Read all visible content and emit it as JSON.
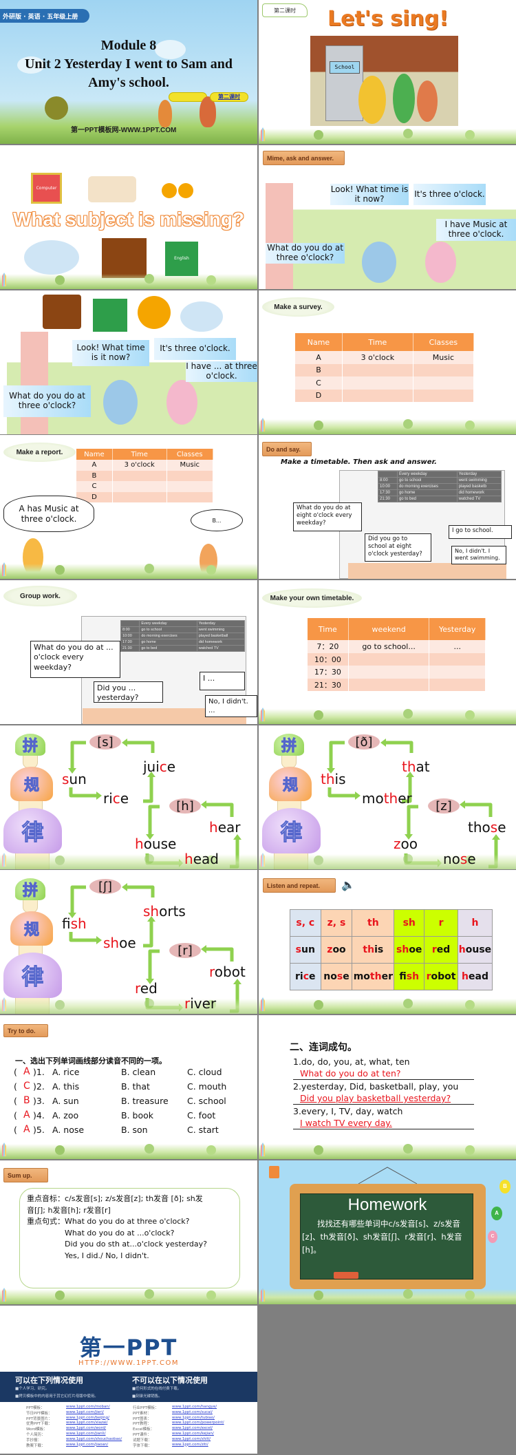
{
  "s1": {
    "tag": "外研版 · 英语 · 五年级上册",
    "module": "Module 8",
    "unit_line1": "Unit 2 Yesterday I went to Sam and",
    "unit_line2": "Amy's school.",
    "lesson": "第二课时",
    "footer": "第一PPT模板网-WWW.1PPT.COM"
  },
  "s2": {
    "tag": "第二课时",
    "title": "Let's sing!",
    "sign": "School"
  },
  "s3": {
    "title": "What subject is missing?",
    "book_label": "English",
    "computer_label": "Computer"
  },
  "s4": {
    "label": "Mime, ask and answer.",
    "b1": "Look! What time is it now?",
    "b2": "It's three o'clock.",
    "b3": "I have Music at three o'clock.",
    "b4": "What do you do at three o'clock?"
  },
  "s5": {
    "b1": "Look! What time is it now?",
    "b2": "It's three o'clock.",
    "b3": "I have ... at three o'clock.",
    "b4": "What do you do at three o'clock?"
  },
  "s6": {
    "label": "Make a survey.",
    "headers": [
      "Name",
      "Time",
      "Classes"
    ],
    "rows": [
      [
        "A",
        "3 o'clock",
        "Music"
      ],
      [
        "B",
        "",
        ""
      ],
      [
        "C",
        "",
        ""
      ],
      [
        "D",
        "",
        ""
      ]
    ]
  },
  "s7": {
    "label": "Make a report.",
    "headers": [
      "Name",
      "Time",
      "Classes"
    ],
    "rows": [
      [
        "A",
        "3 o'clock",
        "Music"
      ],
      [
        "B",
        "",
        ""
      ],
      [
        "C",
        "",
        ""
      ],
      [
        "D",
        "",
        ""
      ]
    ],
    "thought": "A has Music at three o'clock.",
    "bubble": "B..."
  },
  "s8": {
    "label": "Do and say.",
    "instruction": "Make a timetable. Then ask and answer.",
    "headers": [
      "",
      "Every weekday",
      "Yesterday"
    ],
    "rows": [
      [
        "8:00",
        "go to school",
        "went swimming"
      ],
      [
        "10:00",
        "do morning exercises",
        "played basketb"
      ],
      [
        "17:30",
        "go home",
        "did homework"
      ],
      [
        "21:30",
        "go to bed",
        "watched TV"
      ]
    ],
    "b1": "What do you do at eight o'clock every weekday?",
    "b2": "Did you go to school at eight o'clock yesterday?",
    "b3": "I go to school.",
    "b4": "No, I didn't. I went swimming."
  },
  "s9": {
    "label": "Group work.",
    "headers": [
      "",
      "Every weekday",
      "Yesterday"
    ],
    "rows": [
      [
        "8:00",
        "go to school",
        "went swimming"
      ],
      [
        "10:00",
        "do morning exercises",
        "played basketball"
      ],
      [
        "17:30",
        "go home",
        "did homework"
      ],
      [
        "21:30",
        "go to bed",
        "watched TV"
      ]
    ],
    "b1": "What do you do at ... o'clock every weekday?",
    "b2": "Did you ... yesterday?",
    "b3": "I ...",
    "b4": "No, I didn't. ..."
  },
  "s10": {
    "label": "Make your own timetable.",
    "headers": [
      "Time",
      "weekend",
      "Yesterday"
    ],
    "rows": [
      [
        "7：20",
        "go to school...",
        "..."
      ],
      [
        "10：00",
        "",
        ""
      ],
      [
        "17：30",
        "",
        ""
      ],
      [
        "21：30",
        "",
        ""
      ]
    ]
  },
  "mushrooms": [
    "拼",
    "规",
    "律"
  ],
  "s11": {
    "sym1": "[s]",
    "sym2": "[h]",
    "words": [
      [
        "jui",
        "c",
        "e"
      ],
      [
        "",
        "s",
        "un"
      ],
      [
        "ri",
        "c",
        "e"
      ],
      [
        "",
        "h",
        "ear"
      ],
      [
        "",
        "h",
        "ouse"
      ],
      [
        "",
        "h",
        "ead"
      ]
    ]
  },
  "s12": {
    "sym1": "[ð]",
    "sym2": "[z]",
    "words": [
      [
        "",
        "th",
        "at"
      ],
      [
        "",
        "th",
        "is"
      ],
      [
        "mo",
        "th",
        "er"
      ],
      [
        "tho",
        "s",
        "e"
      ],
      [
        "",
        "z",
        "oo"
      ],
      [
        "no",
        "s",
        "e"
      ]
    ]
  },
  "s13": {
    "sym1": "[ʃ]",
    "sym2": "[r]",
    "words": [
      [
        "",
        "sh",
        "orts"
      ],
      [
        "fi",
        "sh",
        ""
      ],
      [
        "",
        "sh",
        "oe"
      ],
      [
        "",
        "r",
        "obot"
      ],
      [
        "",
        "r",
        "ed"
      ],
      [
        "",
        "r",
        "iver"
      ]
    ]
  },
  "s14": {
    "label": "Listen and repeat.",
    "speaker_icon": "speaker-icon",
    "headers": [
      "s, c",
      "z, s",
      "th",
      "sh",
      "r",
      "h"
    ],
    "row1": [
      [
        "",
        "s",
        "un"
      ],
      [
        "",
        "z",
        "oo"
      ],
      [
        "",
        "th",
        "is"
      ],
      [
        "",
        "sh",
        "oe"
      ],
      [
        "",
        "r",
        "ed"
      ],
      [
        "",
        "h",
        "ouse"
      ]
    ],
    "row2": [
      [
        "ri",
        "c",
        "e"
      ],
      [
        "no",
        "s",
        "e"
      ],
      [
        "mo",
        "th",
        "er"
      ],
      [
        "fi",
        "sh",
        ""
      ],
      [
        "",
        "r",
        "obot"
      ],
      [
        "",
        "h",
        "ead"
      ]
    ],
    "colors": [
      "#dbe5f1",
      "#fcd5b4",
      "#fcd5b4",
      "#ccff00",
      "#ccff00",
      "#e5e0ec"
    ]
  },
  "s15": {
    "label": "Try to do.",
    "title": "一、选出下列单词画线部分读音不同的一项。",
    "items": [
      {
        "ans": "A",
        "num": ")1.",
        "a": "A. rice",
        "b": "B. clean",
        "c": "C. cloud"
      },
      {
        "ans": "C",
        "num": ")2.",
        "a": "A. this",
        "b": "B. that",
        "c": "C. mouth"
      },
      {
        "ans": "B",
        "num": ")3.",
        "a": "A. sun",
        "b": "B. treasure",
        "c": "C. school"
      },
      {
        "ans": "A",
        "num": ")4.",
        "a": "A. zoo",
        "b": "B. book",
        "c": "C. foot"
      },
      {
        "ans": "A",
        "num": ")5.",
        "a": "A. nose",
        "b": "B. son",
        "c": "C. start"
      }
    ]
  },
  "s16": {
    "title": "二、连词成句。",
    "items": [
      {
        "q": "1.do, do, you, at, what, ten",
        "a": "What do you do at ten?"
      },
      {
        "q": "2.yesterday, Did, basketball, play, you",
        "a": "Did you play basketball yesterday?"
      },
      {
        "q": "3.every, I, TV, day, watch",
        "a": "I watch TV every day."
      }
    ]
  },
  "s17": {
    "label": "Sum up.",
    "line1": "重点音标：c/s发音[s]; z/s发音[z]; th发音 [ð]; sh发",
    "line2": "音[ʃ]; h发音[h]; r发音[r]",
    "line3_label": "重点句式：",
    "line3": "What do you do at three o'clock?",
    "line4": "What do you do at ...o'clock?",
    "line5": "Did you do sth at...o'clock yesterday?",
    "line6": "Yes, I did./ No, I didn't."
  },
  "s18": {
    "title": "Homework",
    "text": "找找还有哪些单词中c/s发音[s]、z/s发音[z]、th发音[ð]、sh发音[ʃ]、r发音[r]、h发音[h]。",
    "balloons": [
      "B",
      "A",
      "C"
    ]
  },
  "s19": {
    "logo": "第一PPT",
    "url": "HTTP://WWW.1PPT.COM",
    "can_title": "可以在下列情况使用",
    "can": [
      "■个人学习、研究。",
      "■拷贝模板中的内容用于其它幻灯片母版中使用。"
    ],
    "cannot_title": "不可以在以下情况使用",
    "cannot": [
      "■任何形式的在线付费下载。",
      "■刻录光碟销售。"
    ],
    "links_left": [
      [
        "PPT模板：",
        "www.1ppt.com/moban/"
      ],
      [
        "节日PPT模板：",
        "www.1ppt.com/jieri/"
      ],
      [
        "PPT背景图片：",
        "www.1ppt.com/beijing/"
      ],
      [
        "优秀PPT下载：",
        "www.1ppt.com/xiazai/"
      ],
      [
        "Word模板：",
        "www.1ppt.com/word/"
      ],
      [
        "个人简历：",
        "www.1ppt.com/jianli/"
      ],
      [
        "手抄报：",
        "www.1ppt.com/shouchaobao/"
      ],
      [
        "教案下载：",
        "www.1ppt.com/jiaoan/"
      ]
    ],
    "links_right": [
      [
        "行业PPT模板：",
        "www.1ppt.com/hangye/"
      ],
      [
        "PPT素材：",
        "www.1ppt.com/sucai/"
      ],
      [
        "PPT图表：",
        "www.1ppt.com/tubiao/"
      ],
      [
        "PPT教程：",
        "www.1ppt.com/powerpoint/"
      ],
      [
        "Excel模板：",
        "www.1ppt.com/excel/"
      ],
      [
        "PPT课件：",
        "www.1ppt.com/kejian/"
      ],
      [
        "试题下载：",
        "www.1ppt.com/shiti/"
      ],
      [
        "字体下载：",
        "www.1ppt.com/ziti/"
      ]
    ]
  },
  "colors": {
    "orange_header": "#f79646",
    "highlight": "#e8141c",
    "board_green": "#2d5a3a",
    "navy": "#1b3863"
  }
}
